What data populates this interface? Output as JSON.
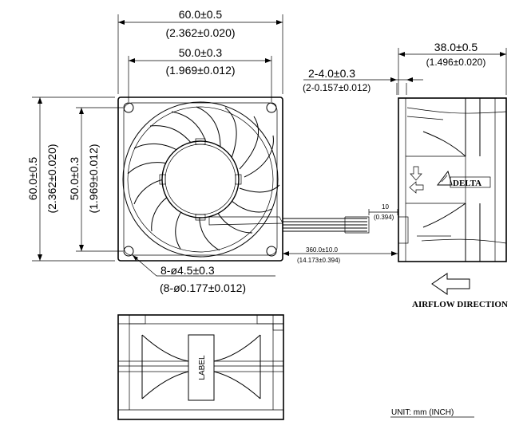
{
  "front_view": {
    "overall_width": "60.0±0.5",
    "overall_width_inch": "(2.362±0.020)",
    "hole_pitch_width": "50.0±0.3",
    "hole_pitch_width_inch": "(1.969±0.012)",
    "overall_height": "60.0±0.5",
    "overall_height_inch": "(2.362±0.020)",
    "hole_pitch_height": "50.0±0.3",
    "hole_pitch_height_inch": "(1.969±0.012)",
    "hole_spec": "8-ø4.5±0.3",
    "hole_spec_inch": "(8-ø0.177±0.012)"
  },
  "lead_wire": {
    "length": "360.0±10.0",
    "length_inch": "(14.173±0.394)",
    "strip": "10",
    "strip_inch": "(0.394)"
  },
  "side_view": {
    "depth": "38.0±0.5",
    "depth_inch": "(1.496±0.020)",
    "rib": "2-4.0±0.3",
    "rib_inch": "(2-0.157±0.012)",
    "brand": "DELTA"
  },
  "airflow": {
    "label": "AIRFLOW DIRECTION"
  },
  "bottom_view": {
    "label": "LABEL"
  },
  "unit_note": "UNIT: mm (INCH)"
}
